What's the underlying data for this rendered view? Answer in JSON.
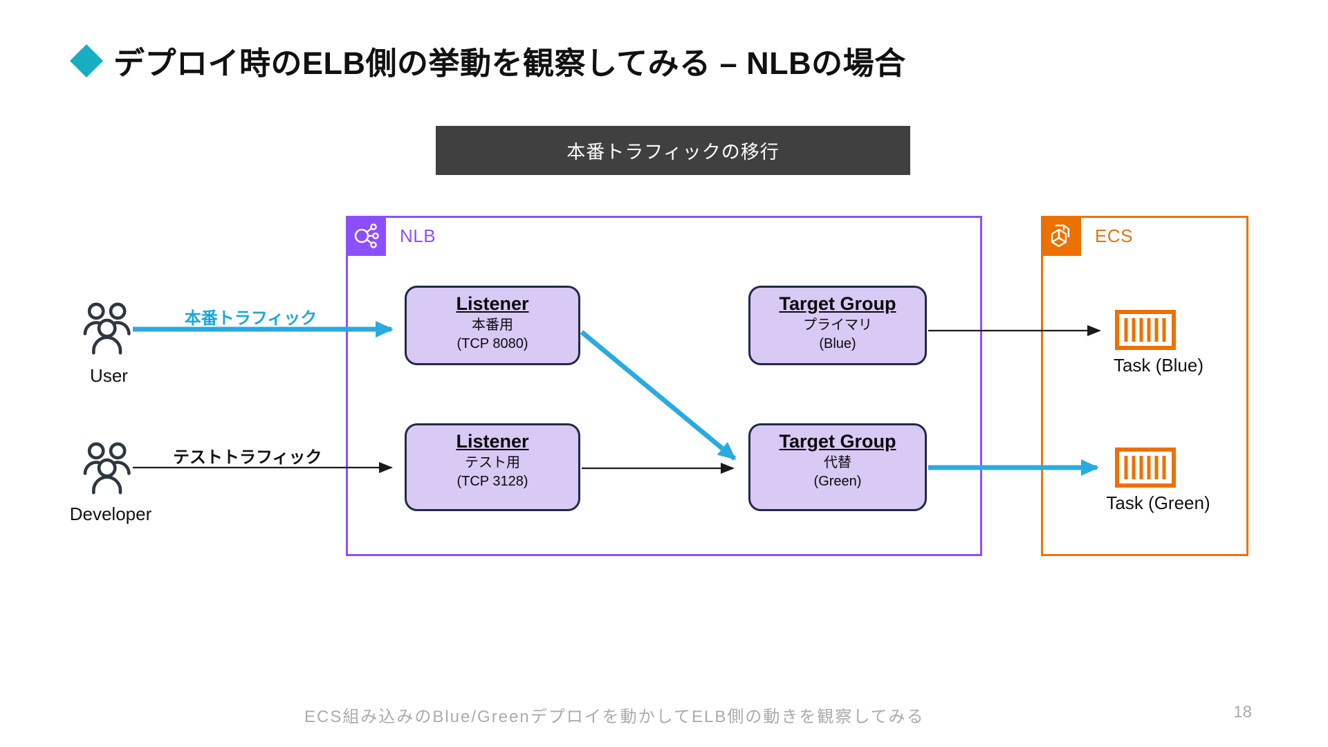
{
  "slide": {
    "title": "デプロイ時のELB側の挙動を観察してみる – NLBの場合",
    "header_box_label": "本番トラフィックの移行",
    "footer_text": "ECS組み込みのBlue/Greenデプロイを動かしてELB側の動きを観察してみる",
    "page_number": "18"
  },
  "actors": {
    "user": {
      "label": "User"
    },
    "developer": {
      "label": "Developer"
    }
  },
  "arrows": {
    "production_label": "本番トラフィック",
    "test_label": "テストトラフィック"
  },
  "nlb": {
    "label": "NLB",
    "listeners": [
      {
        "title": "Listener",
        "line1": "本番用",
        "line2": "(TCP 8080)"
      },
      {
        "title": "Listener",
        "line1": "テスト用",
        "line2": "(TCP 3128)"
      }
    ],
    "target_groups": [
      {
        "title": "Target Group",
        "line1": "プライマリ",
        "line2": "(Blue)"
      },
      {
        "title": "Target Group",
        "line1": "代替",
        "line2": "(Green)"
      }
    ]
  },
  "ecs": {
    "label": "ECS",
    "tasks": [
      {
        "label": "Task (Blue)"
      },
      {
        "label": "Task (Green)"
      }
    ]
  },
  "colors": {
    "accent_teal": "#17AEC2",
    "traffic_blue": "#29ABE2",
    "nlb_purple": "#8C4FFF",
    "ecs_orange": "#ED7100",
    "node_fill": "#D9C9F5",
    "node_border": "#1F2A44",
    "header_box_bg": "#404040",
    "footer_gray": "#ABABAB",
    "icon_dark": "#2D3740"
  }
}
